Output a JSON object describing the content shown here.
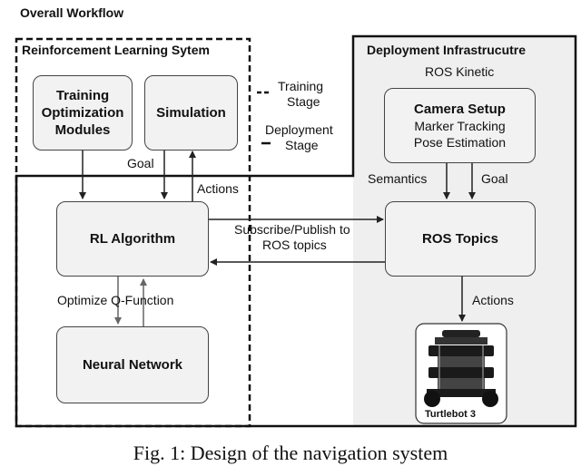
{
  "title": "Overall Workflow",
  "rl_system": {
    "title": "Reinforcement Learning Sytem",
    "training_box": [
      "Training",
      "Optimization",
      "Modules"
    ],
    "simulation_box": "Simulation",
    "rl_algorithm_box": "RL Algorithm",
    "neural_network_box": "Neural Network"
  },
  "legend": {
    "training": [
      "Training",
      "Stage"
    ],
    "deployment": [
      "Deployment",
      "Stage"
    ]
  },
  "deployment": {
    "title": "Deployment Infrastrucutre",
    "subtitle": "ROS Kinetic",
    "camera_box": [
      "Camera Setup",
      "Marker Tracking",
      "Pose Estimation"
    ],
    "ros_topics_box": "ROS Topics",
    "robot_label": "Turtlebot 3"
  },
  "edges": {
    "goal_left": "Goal",
    "actions_left": "Actions",
    "subscribe": [
      "Subscribe/Publish to",
      "ROS topics"
    ],
    "optimize": "Optimize Q-Function",
    "semantics": "Semantics",
    "goal_right": "Goal",
    "actions_right": "Actions"
  },
  "caption": "Fig. 1: Design of the navigation system"
}
